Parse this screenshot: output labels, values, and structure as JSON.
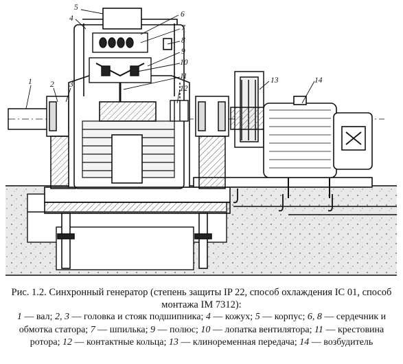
{
  "figure": {
    "callouts": [
      {
        "id": "1",
        "label": "1"
      },
      {
        "id": "2",
        "label": "2"
      },
      {
        "id": "3",
        "label": "3"
      },
      {
        "id": "4",
        "label": "4"
      },
      {
        "id": "5",
        "label": "5"
      },
      {
        "id": "6",
        "label": "6"
      },
      {
        "id": "7",
        "label": "7"
      },
      {
        "id": "8",
        "label": "8"
      },
      {
        "id": "9",
        "label": "9"
      },
      {
        "id": "10",
        "label": "10"
      },
      {
        "id": "11",
        "label": "11"
      },
      {
        "id": "12",
        "label": "12"
      },
      {
        "id": "13",
        "label": "13"
      },
      {
        "id": "14",
        "label": "14"
      }
    ]
  },
  "caption": {
    "title": "Рис. 1.2. Синхронный генератор (степень защиты IP 22, способ охлаждения IC 01, способ монтажа IM 7312):",
    "legend": [
      {
        "num": "1",
        "text": "вал"
      },
      {
        "num": "2, 3",
        "text": "головка и стояк подшипника"
      },
      {
        "num": "4",
        "text": "кожух"
      },
      {
        "num": "5",
        "text": "корпус"
      },
      {
        "num": "6, 8",
        "text": "сердечник и обмотка статора"
      },
      {
        "num": "7",
        "text": "шпилька"
      },
      {
        "num": "9",
        "text": "полюс"
      },
      {
        "num": "10",
        "text": "лопатка вентилятора"
      },
      {
        "num": "11",
        "text": "крестовина ротора"
      },
      {
        "num": "12",
        "text": "контактные кольца"
      },
      {
        "num": "13",
        "text": "клиноременная передача"
      },
      {
        "num": "14",
        "text": "возбудитель"
      }
    ]
  },
  "colors": {
    "ink": "#111111",
    "hatch": "#555555",
    "paper": "#ffffff"
  }
}
